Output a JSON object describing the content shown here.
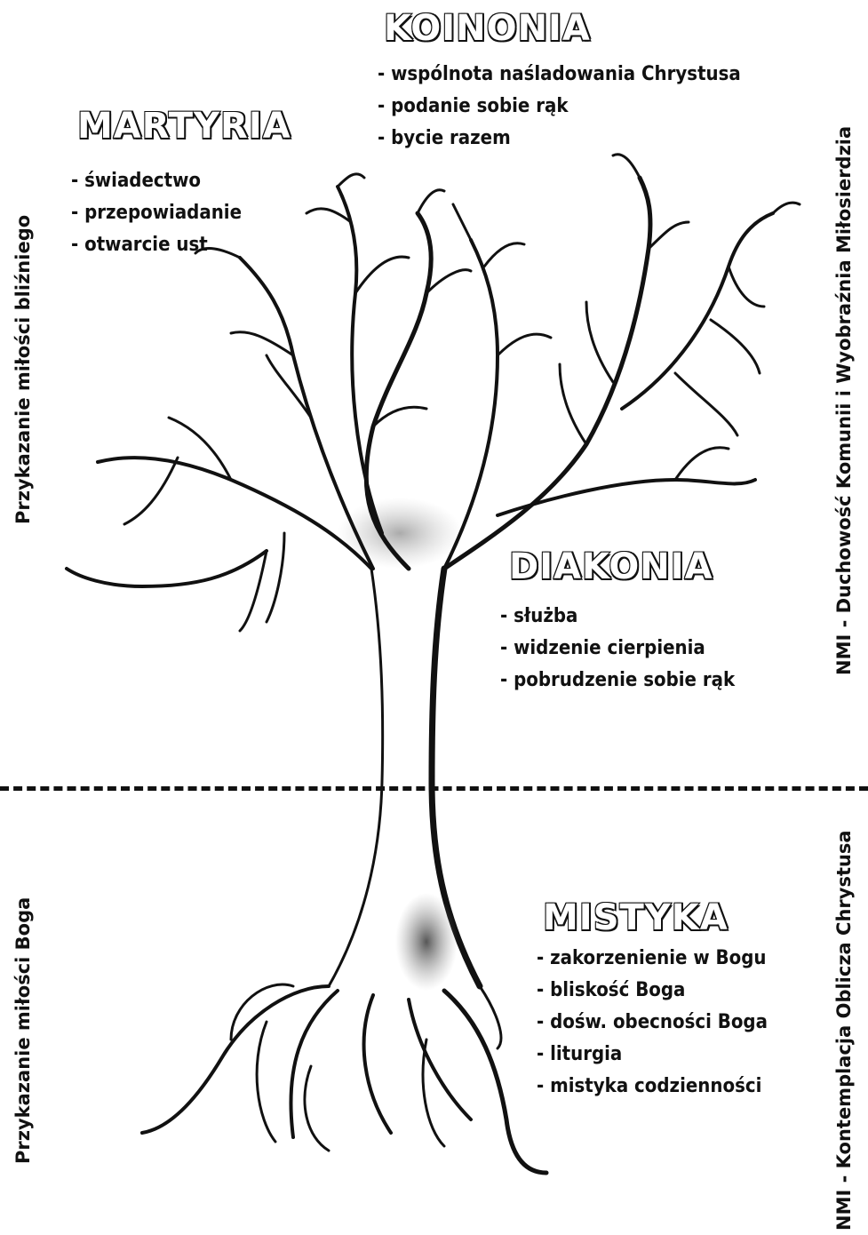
{
  "sections": {
    "koinonia": {
      "title": "KOINONIA",
      "items": [
        "wspólnota naśladowania Chrystusa",
        "podanie sobie rąk",
        "bycie razem"
      ]
    },
    "martyria": {
      "title": "MARTYRIA",
      "items": [
        "świadectwo",
        "przepowiadanie",
        "otwarcie ust"
      ]
    },
    "diakonia": {
      "title": "DIAKONIA",
      "items": [
        "służba",
        "widzenie cierpienia",
        "pobrudzenie sobie rąk"
      ]
    },
    "mistyka": {
      "title": "MISTYKA",
      "items": [
        "zakorzenienie w Bogu",
        "bliskość Boga",
        "dośw. obecności Boga",
        "liturgia",
        "mistyka codzienności"
      ]
    }
  },
  "side_labels": {
    "left_top": "Przykazanie miłości bliźniego",
    "left_bottom": "Przykazanie miłości Boga",
    "right_top": "NMI - Duchowość Komunii i Wyobraźnia Miłosierdzia",
    "right_bottom": "NMI - Kontemplacja Oblicza Chrystusa"
  },
  "colors": {
    "ink": "#111111",
    "background": "#ffffff"
  }
}
